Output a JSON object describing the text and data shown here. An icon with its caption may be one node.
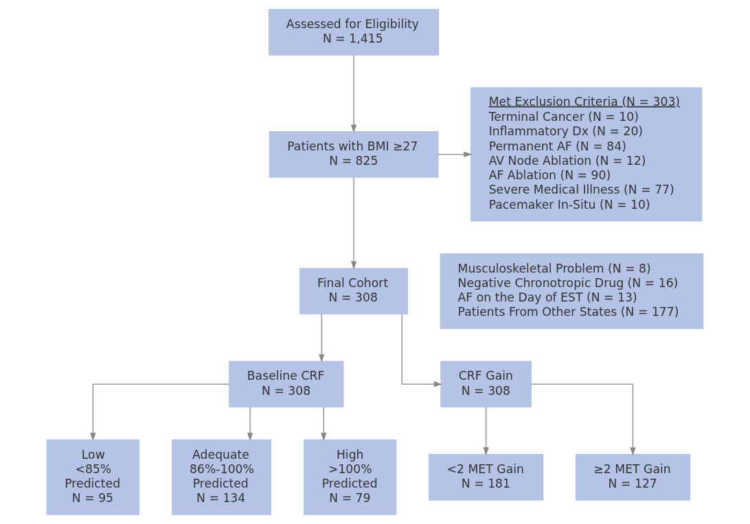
{
  "diagram": {
    "nodes": [
      {
        "text": [
          "Assessed for Eligibility",
          "N = 1,415"
        ]
      },
      {
        "text": [
          "Patients with BMI ≥27",
          "N = 825"
        ]
      },
      {
        "text": [
          "Met Exclusion Criteria (N = 303)",
          "Terminal Cancer (N = 10)",
          "Inflammatory Dx (N = 20)",
          "Permanent AF (N = 84)",
          "AV Node Ablation (N = 12)",
          "AF Ablation (N = 90)",
          "Severe Medical Illness (N = 77)",
          "Pacemaker In-Situ (N = 10)"
        ]
      },
      {
        "text": [
          "Musculoskeletal Problem (N = 8)",
          "Negative Chronotropic Drug (N = 16)",
          "AF on the Day of EST (N = 13)",
          "Patients From Other States (N = 177)"
        ]
      },
      {
        "text": [
          "Final Cohort",
          "N = 308"
        ]
      },
      {
        "text": [
          "Baseline CRF",
          "N = 308"
        ]
      },
      {
        "text": [
          "CRF Gain",
          "N = 308"
        ]
      },
      {
        "text": [
          "Low",
          "<85%",
          "Predicted",
          "N = 95"
        ]
      },
      {
        "text": [
          "Adequate",
          "86%-100%",
          "Predicted",
          "N = 134"
        ]
      },
      {
        "text": [
          "High",
          ">100%",
          "Predicted",
          "N = 79"
        ]
      },
      {
        "text": [
          "<2 MET Gain",
          "N = 181"
        ]
      },
      {
        "text": [
          "≥2 MET Gain",
          "N = 127"
        ]
      }
    ],
    "edges": [
      {
        "from": 0,
        "to": 1,
        "arrow": "to"
      },
      {
        "from": 1,
        "to": 2,
        "arrow": "to"
      },
      {
        "from": 1,
        "to": 4,
        "arrow": "to"
      },
      {
        "from": 4,
        "to": 5,
        "arrow": "to"
      },
      {
        "from": 4,
        "to": 6,
        "arrow": "to"
      },
      {
        "from": 5,
        "to": 7,
        "arrow": "to"
      },
      {
        "from": 5,
        "to": 8,
        "arrow": "to"
      },
      {
        "from": 5,
        "to": 9,
        "arrow": "to"
      },
      {
        "from": 6,
        "to": 10,
        "arrow": "to"
      },
      {
        "from": 6,
        "to": 11,
        "arrow": "to"
      }
    ]
  }
}
